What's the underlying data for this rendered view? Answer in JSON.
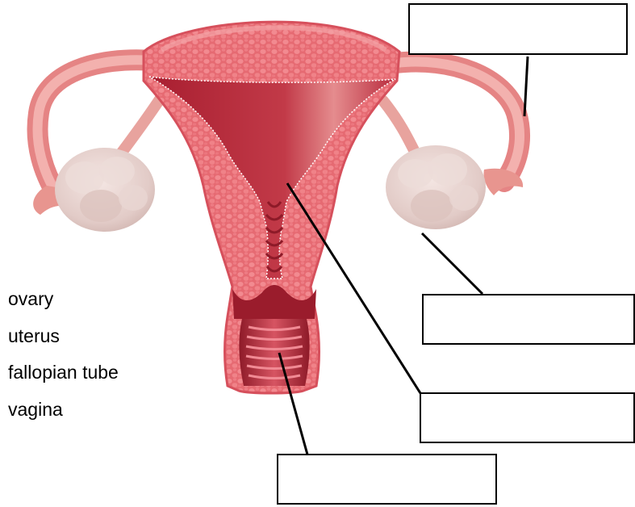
{
  "word_bank": {
    "items": [
      {
        "label": "ovary"
      },
      {
        "label": "uterus"
      },
      {
        "label": "fallopian tube"
      },
      {
        "label": "vagina"
      }
    ]
  },
  "answer_boxes": [
    {
      "id": "box-top-right",
      "points_to": "fallopian tube",
      "value": ""
    },
    {
      "id": "box-mid-right",
      "points_to": "ovary",
      "value": ""
    },
    {
      "id": "box-lower-right",
      "points_to": "uterus",
      "value": ""
    },
    {
      "id": "box-bottom",
      "points_to": "vagina",
      "value": ""
    }
  ],
  "colors": {
    "tissue_light": "#f0a0a0",
    "tissue_mid": "#e06670",
    "tissue_dark": "#b82a3c",
    "cavity": "#a81e30",
    "ovary": "#e3cfcb",
    "outline": "#000000"
  }
}
